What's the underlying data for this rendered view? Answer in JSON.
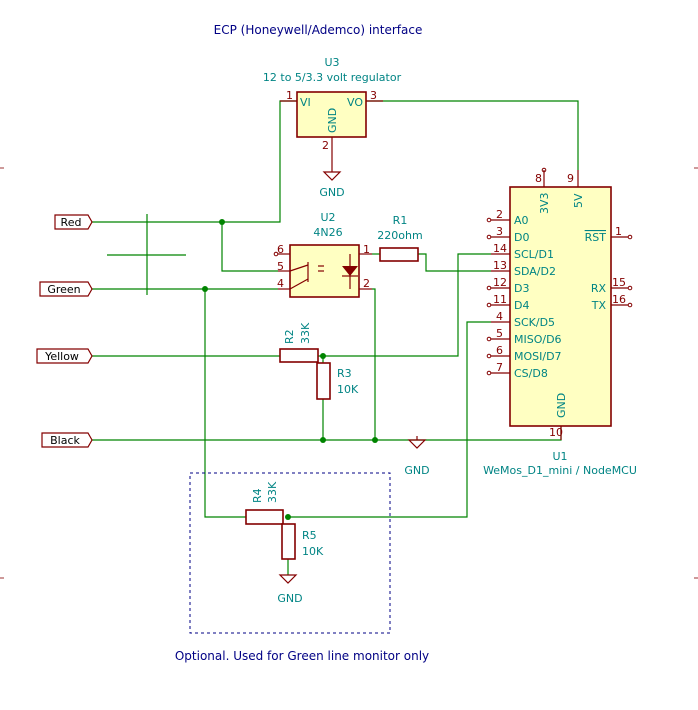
{
  "title": "ECP (Honeywell/Ademco) interface",
  "note": "Optional. Used for Green line monitor only",
  "connectors": {
    "red": "Red",
    "green": "Green",
    "yellow": "Yellow",
    "black": "Black"
  },
  "u3": {
    "ref": "U3",
    "value": "12 to 5/3.3 volt regulator",
    "pin_vi": "VI",
    "pin_vo": "VO",
    "pin_gnd": "GND",
    "num_1": "1",
    "num_2": "2",
    "num_3": "3"
  },
  "u2": {
    "ref": "U2",
    "value": "4N26",
    "num_1": "1",
    "num_2": "2",
    "num_4": "4",
    "num_5": "5",
    "num_6": "6"
  },
  "r1": {
    "ref": "R1",
    "value": "220ohm"
  },
  "r2": {
    "ref": "R2",
    "value": "33K"
  },
  "r3": {
    "ref": "R3",
    "value": "10K"
  },
  "r4": {
    "ref": "R4",
    "value": "33K"
  },
  "r5": {
    "ref": "R5",
    "value": "10K"
  },
  "gnd_label": "GND",
  "u1": {
    "ref": "U1",
    "value": "WeMos_D1_mini / NodeMCU",
    "pins_left": [
      {
        "num": "2",
        "name": "A0"
      },
      {
        "num": "3",
        "name": "D0"
      },
      {
        "num": "14",
        "name": "SCL/D1"
      },
      {
        "num": "13",
        "name": "SDA/D2"
      },
      {
        "num": "12",
        "name": "D3"
      },
      {
        "num": "11",
        "name": "D4"
      },
      {
        "num": "4",
        "name": "SCK/D5"
      },
      {
        "num": "5",
        "name": "MISO/D6"
      },
      {
        "num": "6",
        "name": "MOSI/D7"
      },
      {
        "num": "7",
        "name": "CS/D8"
      }
    ],
    "pin_3v3": "3V3",
    "pin_5v": "5V",
    "num_8": "8",
    "num_9": "9",
    "pin_rst": "RST",
    "num_1": "1",
    "pin_rx": "RX",
    "num_15": "15",
    "pin_tx": "TX",
    "num_16": "16",
    "pin_gnd": "GND",
    "num_10": "10"
  }
}
